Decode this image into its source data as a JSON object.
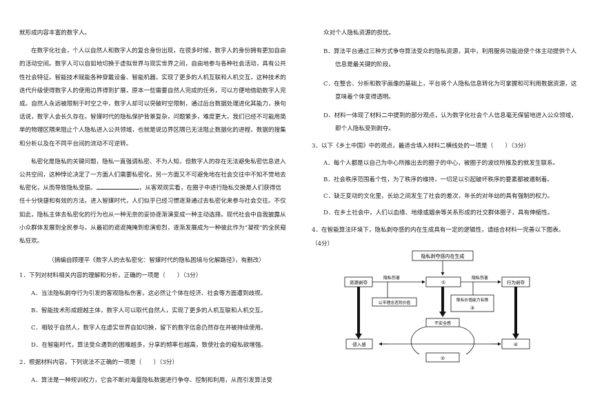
{
  "left": {
    "p0": "就形成内容丰富的数字人。",
    "p1": "在数字化社会，个人以自然人和数字人的复合身份出现，在很多时候，数字人的身份拥有更加自由的活动空间。数字人可以自如地切换于虚拟世界与现实世界之间，自由地参与各种社会活动，具有公共性社会特征。智能技术赋能各种穿戴设备、智能机器，实现了更多的人机互联和人机交互，这种技术的迭代升级使得数字人的使用边界得到扩展，原本一些需要自然人完成的任务，可以方便地借助数字人完成。自然人永远被限制于时空之中，数字人却可以突破时空限制，通过后台数据处理进化其能力，换句话说，数字人会长久存在。智媒时代的隐私保护背景复杂，问题繁多，难度更大。我们已经不可能用简单的物理区隔来阻止个人隐私进入公共领域，也就是说边界区隔已无法阻止数据化的进程，数据的搜集和分析以及在不同平台间的流动不可逆转。",
    "p2_a": "私密化是隐私的关键问题，隐私一直强调私密、不为人知，但数字人的存在无法避免私密信息进入公共空间，这种悖论决定了一方面人们需要私密化，另一方面又不可避免地在社会交往中不知不觉地去私密化，从而导致隐私受损。",
    "p2_b": "，从客观现实看，在圈子中进行隐私交换是人们获得信任十分快捷和有效的方法。进入智媒时代，人们似乎已经习惯逐渐通过去私密化来参与社会交往。不仅如此，隐私主体去私密化的行为也从一种无奈的妥协逐渐演变成一种主动选择。现代社会中自我披露从小众群体发展到全民参与，从最初的遮遮掩掩到愈演愈烈，逐渐发展成为一种彼此作为“凝视”的全民窥私狂欢。",
    "source": "（摘编自顾理平《数字人的去私密化：智媒时代的隐私困境与化解路径》，有删改）",
    "q1": "1．下列对材料相关内容的理解和分析，正确的一项是（　　）（3分）",
    "q1_opts": [
      "A．当法隐私剥夺行为引发的客观隐私伤害，这必然让个体在经济、社会等方面遭到歧视。",
      "B．智能技术形成超越主体，数字人可以取代自然人，实现了更多的人机互联和人机交互。",
      "C．相较于自然人，数字人在虚实世界自如切换，留下的数字信息仍然存在并被持续使用。",
      "D．在智能时代，算法受众遇到的困难越多，分享的频率也越高，致使社会的窥私欲增强。"
    ],
    "q2": "2．根据材料内容，下列说法不正确的一项是（　　）（3分）",
    "q2_a": "A．算法是一种规训权力，它会不断对海量隐私数据进行争夺、控制和利用，从而引发算法受"
  },
  "right": {
    "r0": "众对个人隐私资源的担忧。",
    "q2_rest": [
      "B．算法平台通过三种方式争夺算法受众的隐私资源，其中，利用服务功能迫使个体主动提供个人信息是最关键的阶段。",
      "C．在整合、分析和数字画像的基础上，平台将个人隐私信息转化为可掌握和可利用数据资源，这意味着个体变得透明。",
      "D．材料一体现了材料二中提到的部分观点，认为数字化社会个人信息毫无保留地进入公众领域，即个人隐私受到剥夺。"
    ],
    "q3": "3．以下《乡土中国》中的观点，最适合填入材料二横线处的一项是（　　）（3分）",
    "q3_opts": [
      "A．每个人都是以自己为中心所推出去的圈子的中心，被圈子的波纹所推及的就发生联系。",
      "B．社会秩序范围着个性，为了秩序的维持，一切足以引起破坏秩序的要素都被遏制着。",
      "C．缺乏变动的文化里，长幼之间发生了社会的差次，年长的对年幼的具有强制的权力。",
      "D．在乡土社会中，人们以血缘、地缘或姻亲等关系形成的社交群体圈子，具有伸缩性。"
    ],
    "q4_line1": "4．在智能算法环境下，隐私剥夺感的内在生成具有一定的逻辑性，请结合材料一完善以下图表。",
    "q4_line2": "（4分）"
  },
  "diagram": {
    "title": "隐私剥夺感内在生成",
    "resource": "资源剥夺",
    "privacy_harm_1": "隐私伤害",
    "privacy_harm_2": "隐私伤害",
    "box1": "①",
    "behavior": "行为剥夺",
    "fairness": "公平理念违背价值",
    "value_limited": "隐私价值能力有限",
    "box3": "③",
    "insecurity": "不安全感",
    "invasion": "侵入感",
    "box4": "④",
    "box2": "②"
  }
}
